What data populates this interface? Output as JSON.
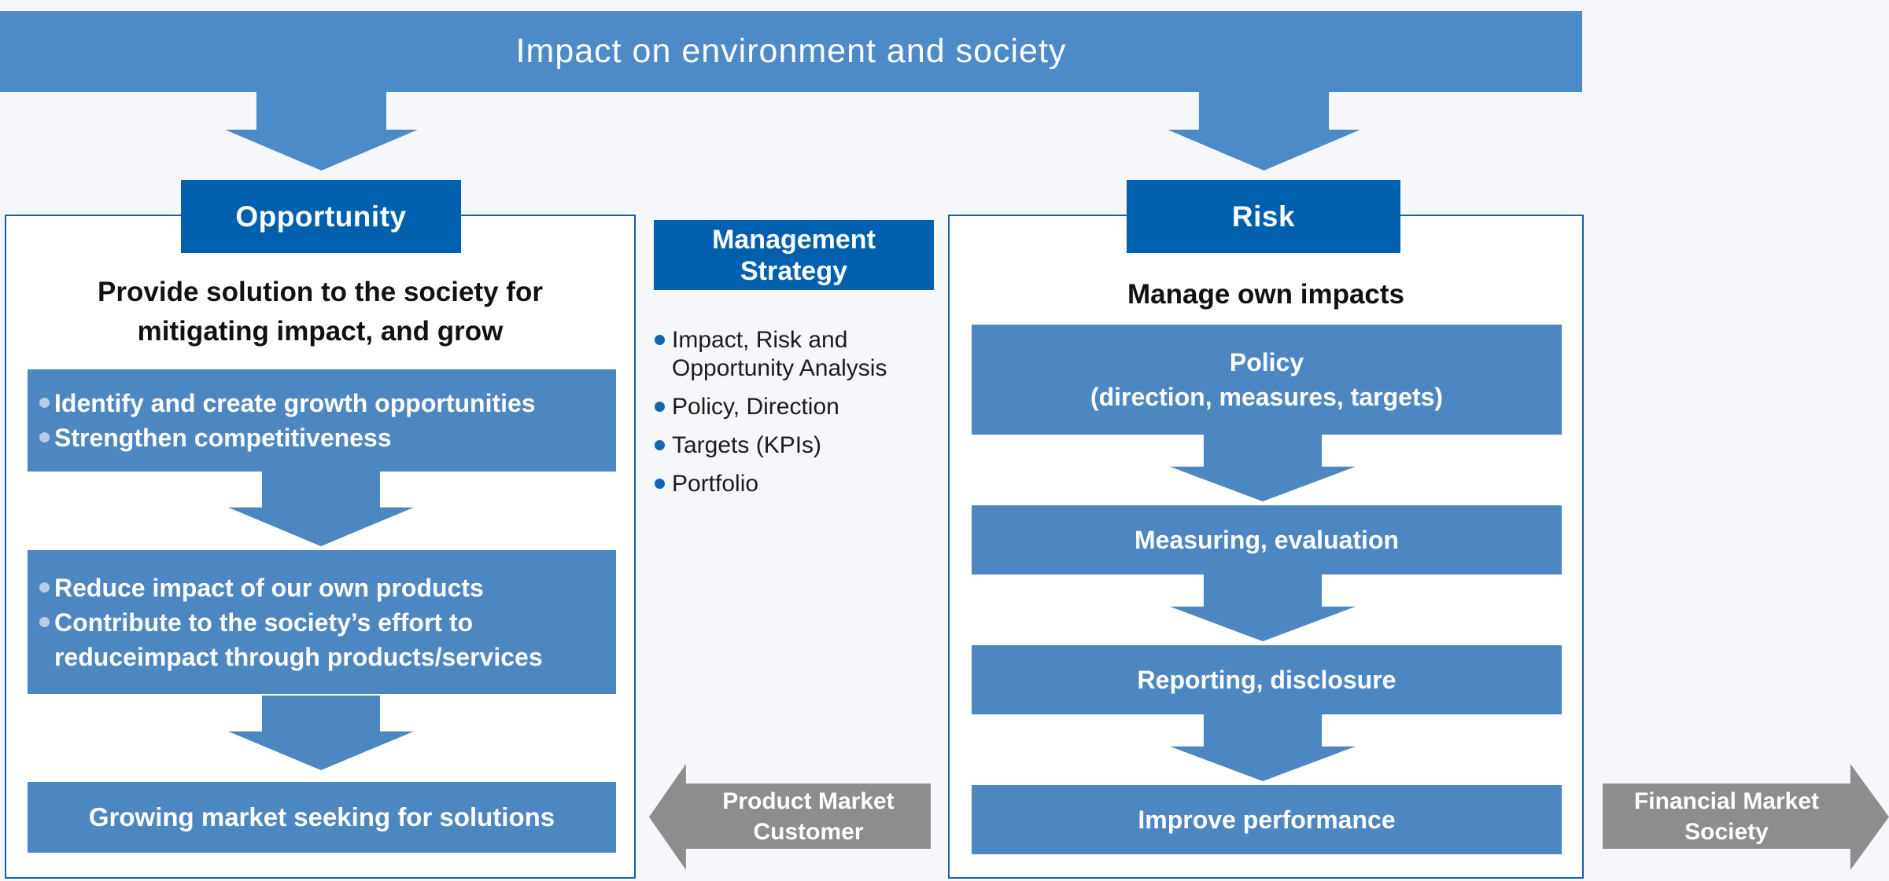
{
  "banner": {
    "title": "Impact on environment and society"
  },
  "opportunity": {
    "header": "Opportunity",
    "heading": [
      "Provide solution to the society for",
      "mitigating impact, and grow"
    ],
    "box1": {
      "bullets": [
        "Identify and create growth opportunities",
        "Strengthen competitiveness"
      ]
    },
    "box2": {
      "bullets": [
        "Reduce impact of our own products",
        "Contribute to the society’s effort to"
      ],
      "continuation": "reduceimpact through products/services"
    },
    "box3": {
      "label": "Growing market seeking for solutions"
    }
  },
  "management_strategy": {
    "header": [
      "Management",
      "Strategy"
    ],
    "bullets": [
      {
        "lines": [
          "Impact, Risk and",
          "Opportunity Analysis"
        ]
      },
      {
        "lines": [
          "Policy, Direction"
        ]
      },
      {
        "lines": [
          "Targets (KPIs)"
        ]
      },
      {
        "lines": [
          "Portfolio"
        ]
      }
    ]
  },
  "risk": {
    "header": "Risk",
    "heading": "Manage own impacts",
    "steps": [
      {
        "lines": [
          "Policy",
          "(direction, measures, targets)"
        ]
      },
      {
        "lines": [
          "Measuring, evaluation"
        ]
      },
      {
        "lines": [
          "Reporting, disclosure"
        ]
      },
      {
        "lines": [
          "Improve performance"
        ]
      }
    ]
  },
  "product_market_arrow": {
    "lines": [
      "Product Market",
      "Customer"
    ]
  },
  "financial_market_arrow": {
    "lines": [
      "Financial Market",
      "Society"
    ]
  },
  "colors": {
    "banner_blue": "#4d8bc8",
    "content_box_blue": "#4d87c1",
    "dark_blue": "#0060ae",
    "panel_border_blue": "#1a5dab",
    "gray_arrow": "#8d8d8d",
    "background": "#f6f7fb",
    "light_bullet": "#b5cce5",
    "dark_bullet": "#1466ae"
  }
}
